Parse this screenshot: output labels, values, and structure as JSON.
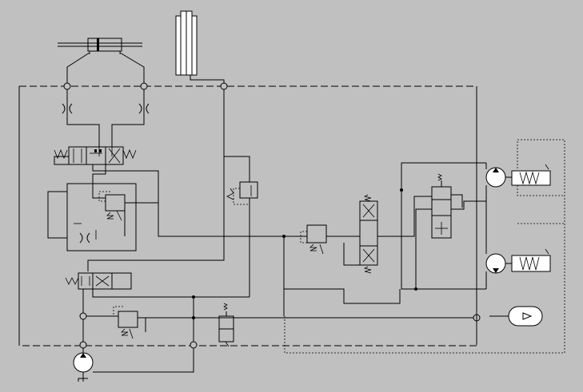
{
  "diagram": {
    "background": "#c0c0c0",
    "line_color": "#000000",
    "components": [
      "double-acting-cylinder",
      "telescopic-cylinder",
      "throttle-valves",
      "proportional-directional-valve",
      "pressure-reducing-valves",
      "pressure-relief-valves",
      "directional-valves",
      "hydraulic-motors",
      "spring-brakes",
      "accumulator",
      "pump",
      "tank"
    ]
  }
}
